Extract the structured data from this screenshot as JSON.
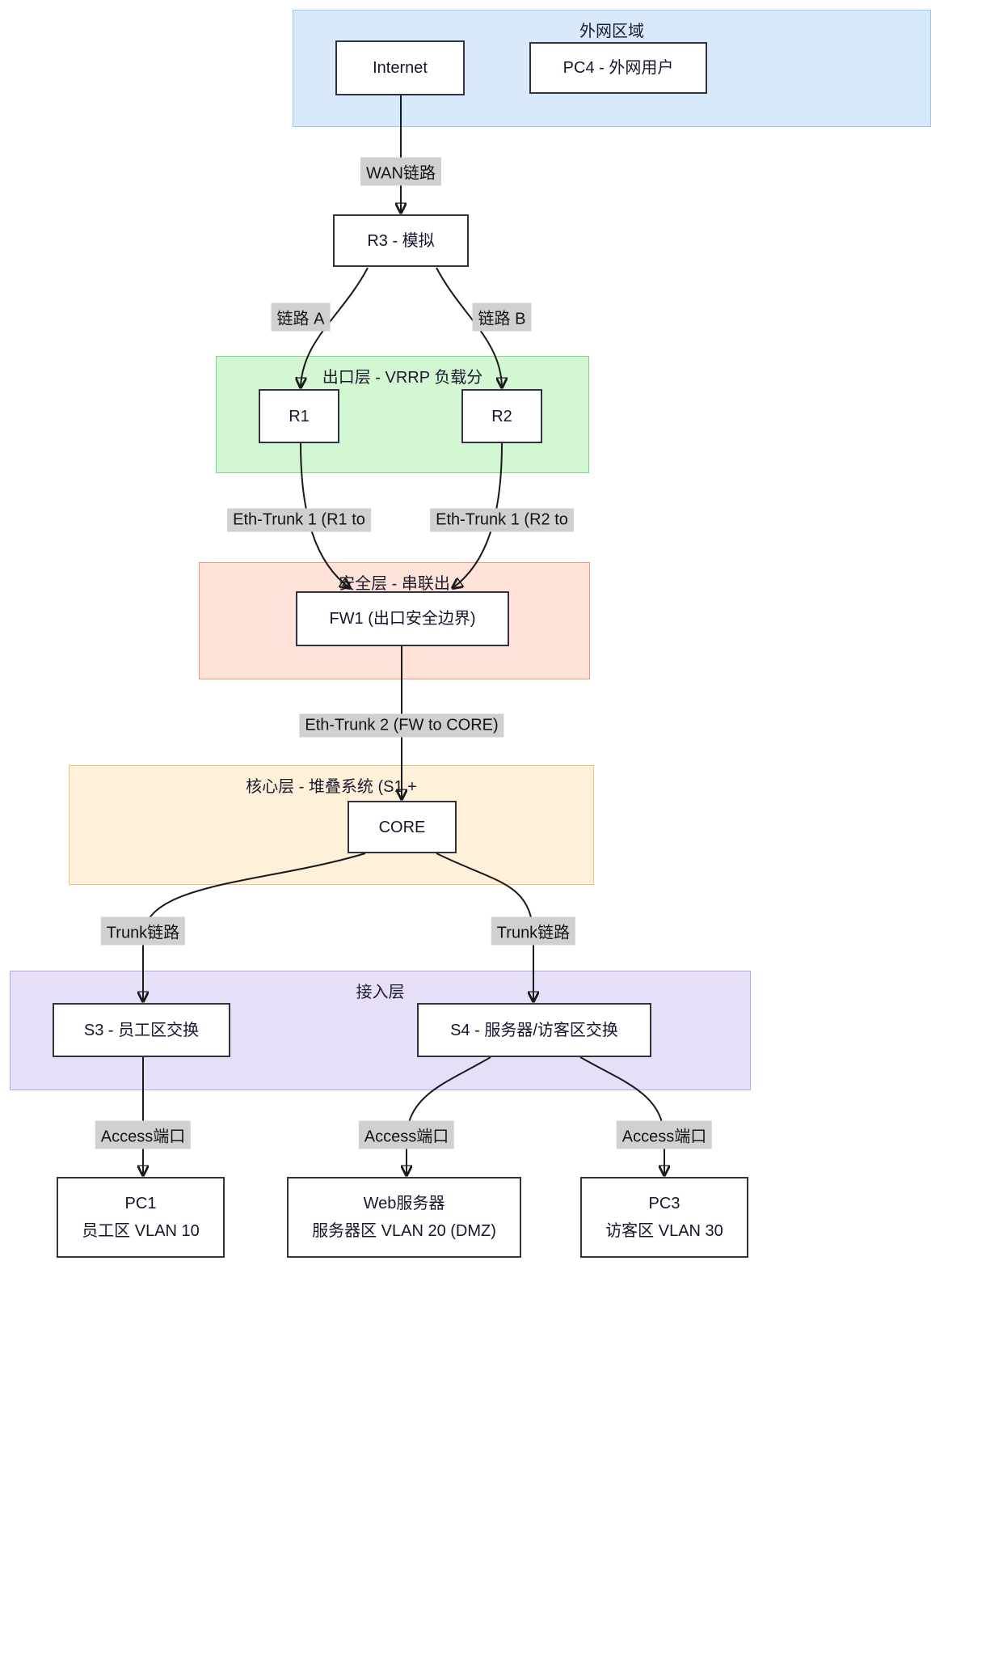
{
  "diagram": {
    "zones": {
      "external": {
        "title": "外网区域",
        "bg": "#d8e9fb",
        "border": "#9ec9ef"
      },
      "exit": {
        "title": "出口层 - VRRP 负载分",
        "bg": "#d3f6d3",
        "border": "#7fd97f"
      },
      "security": {
        "title": "安全层 - 串联出",
        "bg": "#ffe3d9",
        "border": "#f29a78"
      },
      "core": {
        "title": "核心层 - 堆叠系统 (S1 +",
        "bg": "#fff1d9",
        "border": "#f3c478"
      },
      "access": {
        "title": "接入层",
        "bg": "#e7def8",
        "border": "#bda6e8"
      }
    },
    "nodes": {
      "internet": {
        "label": "Internet"
      },
      "pc4": {
        "label": "PC4 - 外网用户"
      },
      "r3": {
        "label": "R3 - 模拟"
      },
      "r1": {
        "label": "R1"
      },
      "r2": {
        "label": "R2"
      },
      "fw1": {
        "label": "FW1 (出口安全边界)"
      },
      "core": {
        "label": "CORE"
      },
      "s3": {
        "label": "S3 - 员工区交换"
      },
      "s4": {
        "label": "S4 - 服务器/访客区交换"
      },
      "pc1": {
        "line1": "PC1",
        "line2": "员工区 VLAN 10"
      },
      "webserver": {
        "line1": "Web服务器",
        "line2": "服务器区 VLAN 20 (DMZ)"
      },
      "pc3": {
        "line1": "PC3",
        "line2": "访客区 VLAN 30"
      }
    },
    "edge_labels": {
      "wan": "WAN链路",
      "link_a": "链路 A",
      "link_b": "链路 B",
      "eth_trunk1_r1": "Eth-Trunk 1 (R1 to",
      "eth_trunk1_r2": "Eth-Trunk 1 (R2 to",
      "eth_trunk2": "Eth-Trunk 2 (FW to CORE)",
      "trunk_left": "Trunk链路",
      "trunk_right": "Trunk链路",
      "access_left": "Access端口",
      "access_mid": "Access端口",
      "access_right": "Access端口"
    },
    "style": {
      "edge_color": "#1a1a1a",
      "node_border": "#33333f",
      "node_bg": "#ffffff",
      "edge_label_bg": "#d0d0d0"
    }
  }
}
